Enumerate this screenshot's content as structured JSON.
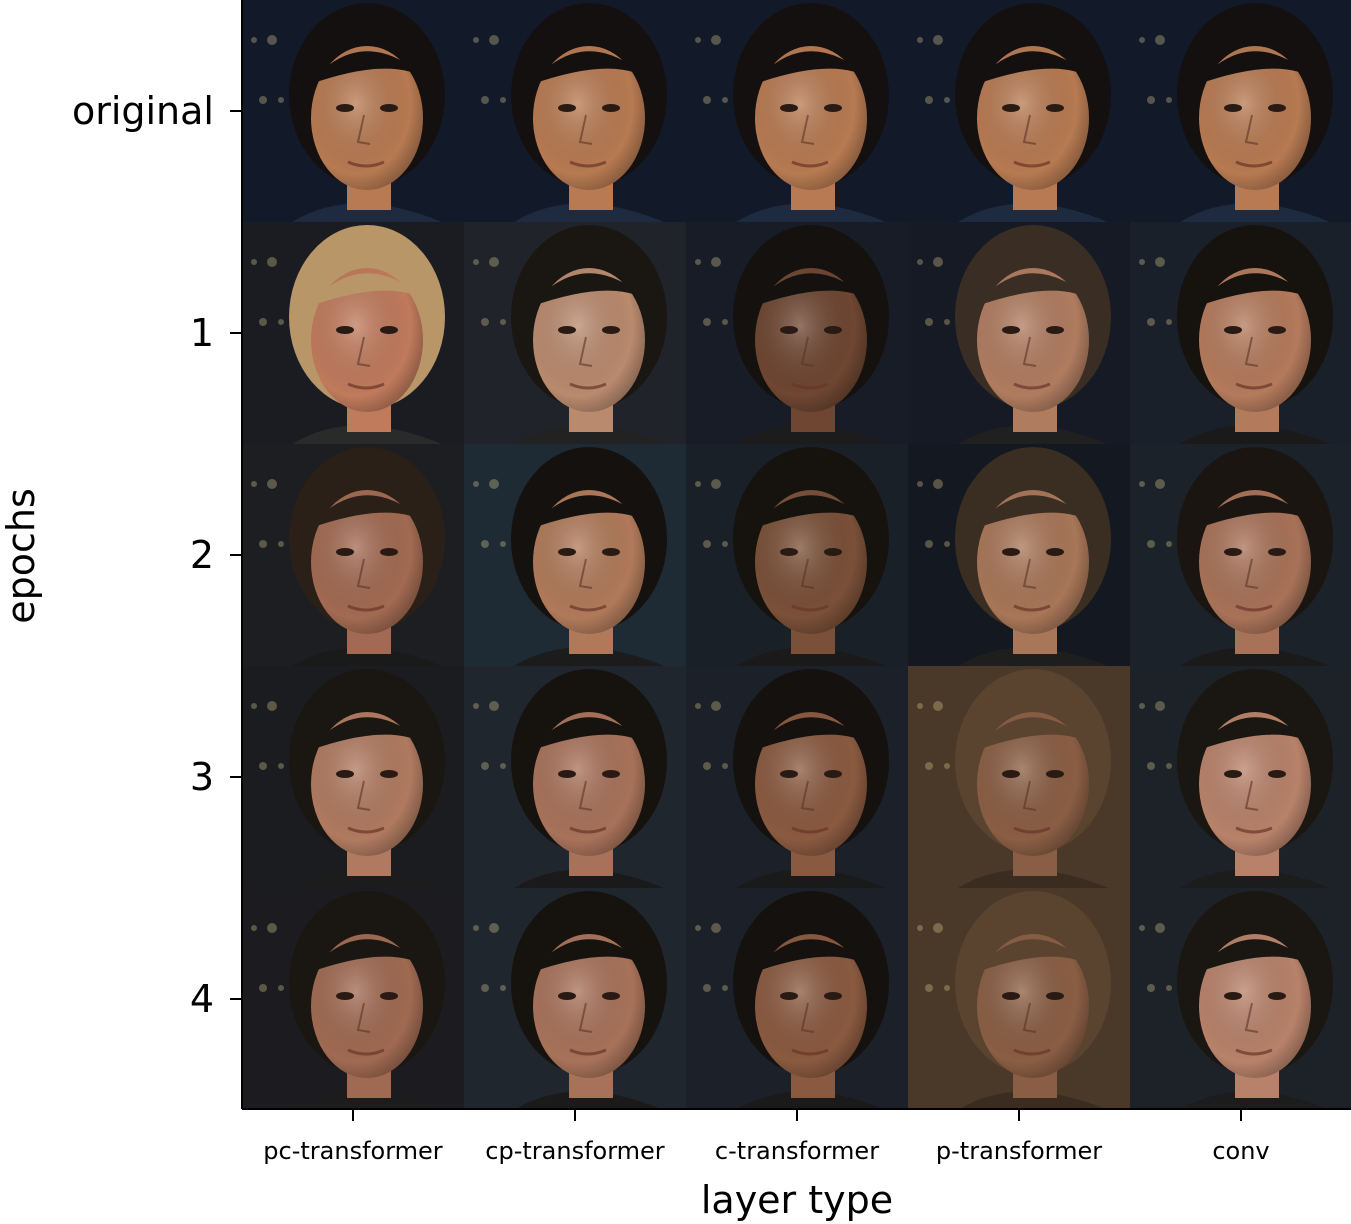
{
  "figure": {
    "y_axis_label": "epochs",
    "x_axis_label": "layer type",
    "row_labels": [
      "original",
      "1",
      "2",
      "3",
      "4"
    ],
    "column_labels": [
      "pc-transformer",
      "cp-transformer",
      "c-transformer",
      "p-transformer",
      "conv"
    ]
  },
  "images": {
    "description_kind": "grid of face photographs",
    "rows": [
      {
        "label": "original",
        "cells": [
          {
            "bg": "#121a2a",
            "skin": "#b77a52",
            "hair": "#141010",
            "shirt": "#1e2a40"
          },
          {
            "bg": "#121a2a",
            "skin": "#b77a52",
            "hair": "#141010",
            "shirt": "#1e2a40"
          },
          {
            "bg": "#121a2a",
            "skin": "#b77a52",
            "hair": "#141010",
            "shirt": "#1e2a40"
          },
          {
            "bg": "#121a2a",
            "skin": "#b77a52",
            "hair": "#141010",
            "shirt": "#1e2a40"
          },
          {
            "bg": "#121a2a",
            "skin": "#b77a52",
            "hair": "#141010",
            "shirt": "#1e2a40"
          }
        ]
      },
      {
        "label": "1",
        "cells": [
          {
            "bg": "#1a1c22",
            "skin": "#c07a5c",
            "hair": "#b89668",
            "shirt": "#2a2a2a"
          },
          {
            "bg": "#20232a",
            "skin": "#b98a6e",
            "hair": "#1a1612",
            "shirt": "#222222"
          },
          {
            "bg": "#181c26",
            "skin": "#6e4632",
            "hair": "#14110e",
            "shirt": "#1c1c1c"
          },
          {
            "bg": "#161a24",
            "skin": "#b07c60",
            "hair": "#3a2e24",
            "shirt": "#202020"
          },
          {
            "bg": "#1a202a",
            "skin": "#b47a5c",
            "hair": "#16120e",
            "shirt": "#1a1a1a"
          }
        ]
      },
      {
        "label": "2",
        "cells": [
          {
            "bg": "#1c1e22",
            "skin": "#a26a52",
            "hair": "#2a2018",
            "shirt": "#1a1a1a"
          },
          {
            "bg": "#1e2a34",
            "skin": "#b07a5a",
            "hair": "#14110e",
            "shirt": "#1c1c1c"
          },
          {
            "bg": "#1a2028",
            "skin": "#7a5038",
            "hair": "#16120e",
            "shirt": "#1a1a1a"
          },
          {
            "bg": "#141820",
            "skin": "#a87658",
            "hair": "#3a2e22",
            "shirt": "#1e1e1e"
          },
          {
            "bg": "#1c222a",
            "skin": "#a87258",
            "hair": "#1a1510",
            "shirt": "#1a1a1a"
          }
        ]
      },
      {
        "label": "3",
        "cells": [
          {
            "bg": "#1a1c20",
            "skin": "#b07a60",
            "hair": "#1a1612",
            "shirt": "#1c1c1c"
          },
          {
            "bg": "#20262e",
            "skin": "#a8725a",
            "hair": "#16120e",
            "shirt": "#1a1a1a"
          },
          {
            "bg": "#1c2028",
            "skin": "#8a5a40",
            "hair": "#14110e",
            "shirt": "#1a1a1a"
          },
          {
            "bg": "#4a3828",
            "skin": "#8a5e44",
            "hair": "#5a4430",
            "shirt": "#3a2c20"
          },
          {
            "bg": "#1c2228",
            "skin": "#b8826a",
            "hair": "#1a1612",
            "shirt": "#1c1c1c"
          }
        ]
      },
      {
        "label": "4",
        "cells": [
          {
            "bg": "#1c1c20",
            "skin": "#a06a52",
            "hair": "#1a1612",
            "shirt": "#1c1c1c"
          },
          {
            "bg": "#20262e",
            "skin": "#a8725a",
            "hair": "#16120e",
            "shirt": "#1a1a1a"
          },
          {
            "bg": "#1c2028",
            "skin": "#8a5a40",
            "hair": "#14110e",
            "shirt": "#1a1a1a"
          },
          {
            "bg": "#4a3828",
            "skin": "#8a5e44",
            "hair": "#5a4430",
            "shirt": "#3a2c20"
          },
          {
            "bg": "#1c2228",
            "skin": "#b8826a",
            "hair": "#1a1612",
            "shirt": "#1c1c1c"
          }
        ]
      }
    ]
  }
}
